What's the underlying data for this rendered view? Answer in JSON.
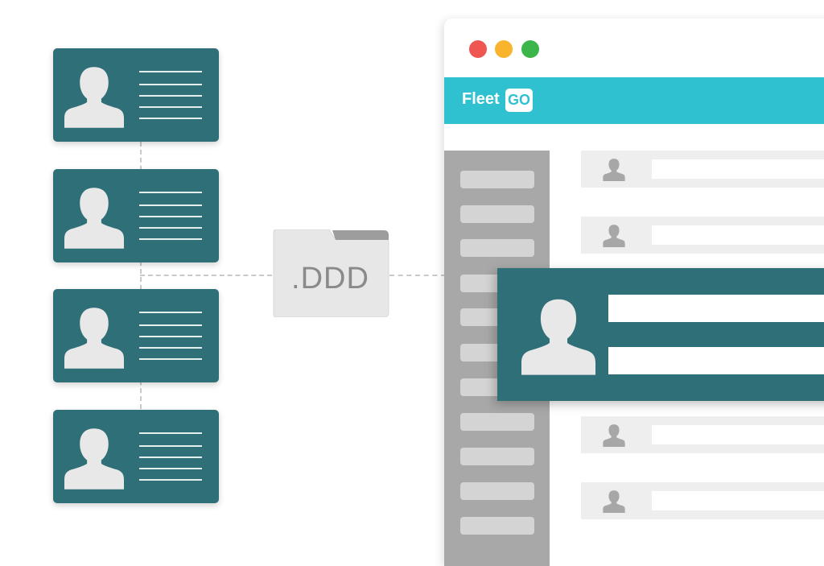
{
  "colors": {
    "teal": "#2f6f78",
    "cyan": "#2fc1cf",
    "silhouette": "#e8e8e8",
    "dot_red": "#ef5652",
    "dot_yellow": "#f7b42c",
    "dot_green": "#3cb54a"
  },
  "file": {
    "label": ".DDD",
    "icon": "folder-icon"
  },
  "app": {
    "logo_text": "Fleet",
    "logo_badge": "GO"
  },
  "cards": [
    {
      "icon": "person-icon"
    },
    {
      "icon": "person-icon"
    },
    {
      "icon": "person-icon"
    },
    {
      "icon": "person-icon"
    }
  ]
}
